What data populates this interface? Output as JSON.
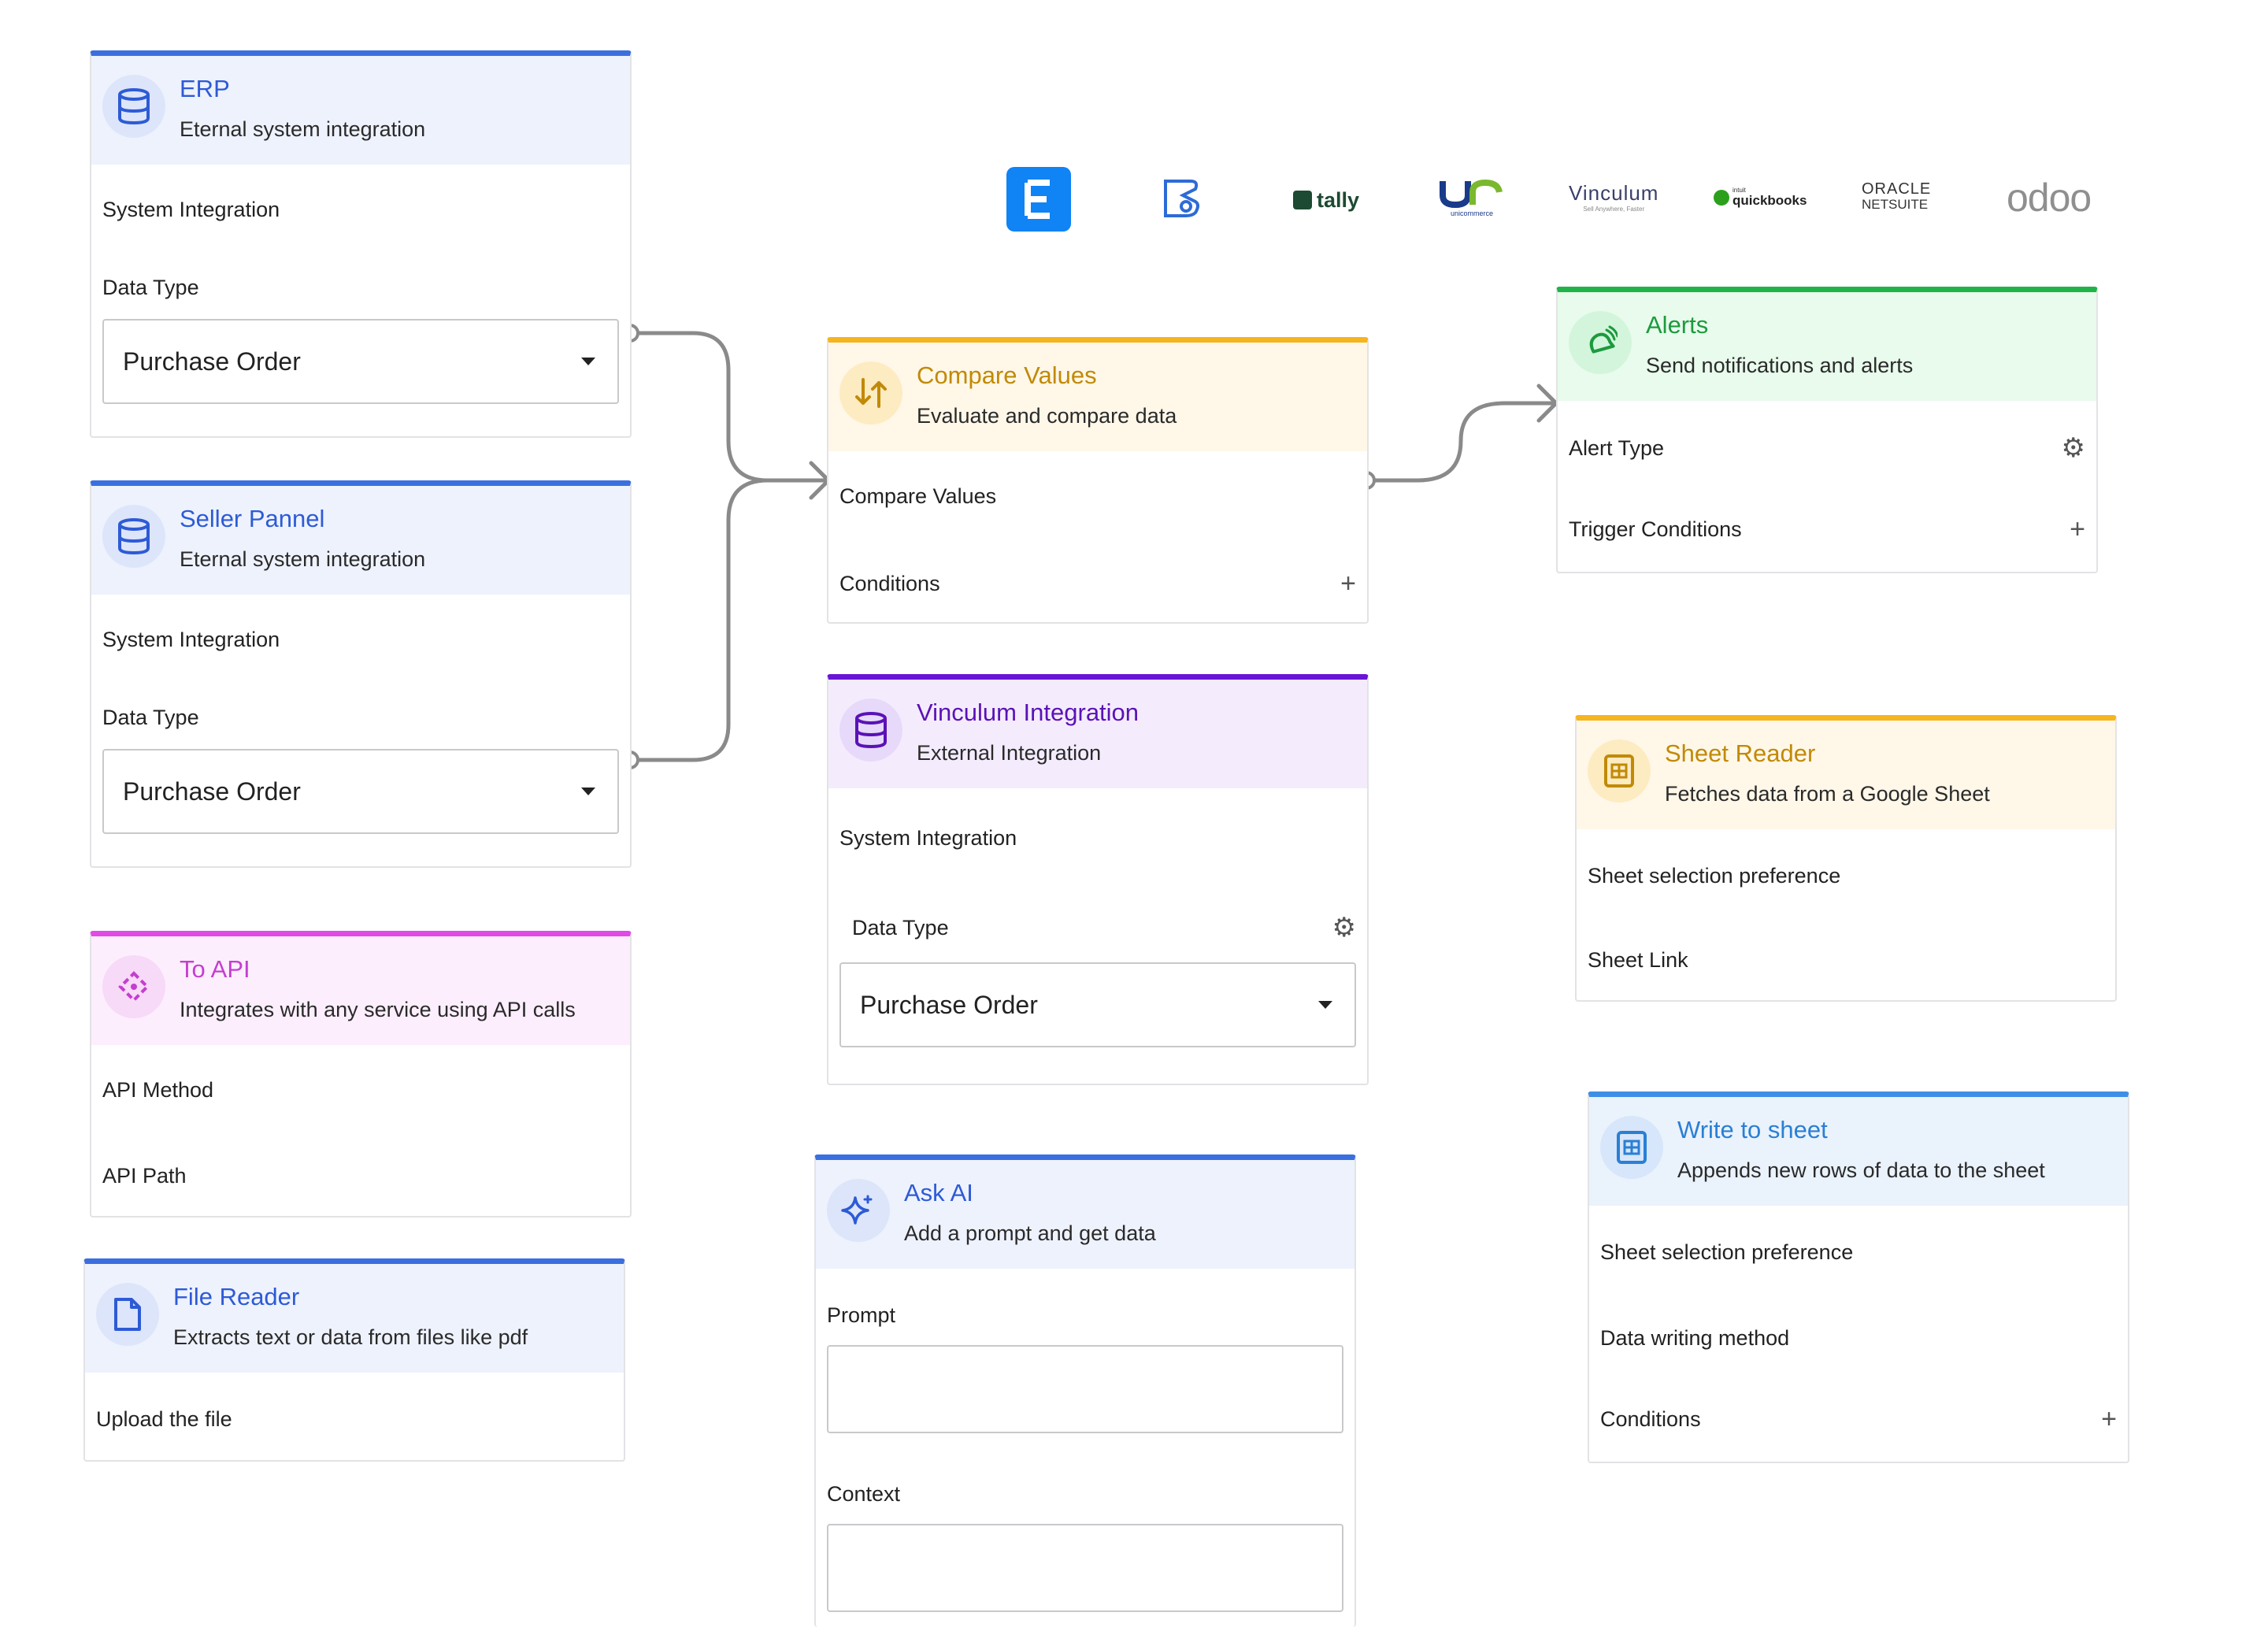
{
  "colors": {
    "blue": "#3b6fe0",
    "amber": "#f5b51f",
    "green": "#20b34a",
    "purple": "#6a14d6",
    "pink": "#e04be6",
    "sky": "#3d8ee6",
    "connector": "#8a8a8a"
  },
  "logos": {
    "tally": "tally",
    "unicommerce": "unicommerce",
    "vinculum": "Vinculum",
    "vinculum_tag": "Sell Anywhere, Faster",
    "intuit": "intuit",
    "quickbooks": "quickbooks",
    "oracle": "ORACLE",
    "netsuite": "NETSUITE",
    "odoo": "odoo"
  },
  "erp": {
    "title": "ERP",
    "subtitle": "Eternal system integration",
    "icon": "database-icon",
    "system_label": "System Integration",
    "data_type_label": "Data Type",
    "data_type_value": "Purchase Order"
  },
  "seller": {
    "title": "Seller Pannel",
    "subtitle": "Eternal system integration",
    "icon": "database-icon",
    "system_label": "System Integration",
    "data_type_label": "Data Type",
    "data_type_value": "Purchase Order"
  },
  "to_api": {
    "title": "To API",
    "subtitle": "Integrates with any service using API calls",
    "icon": "api-icon",
    "method_label": "API Method",
    "path_label": "API Path"
  },
  "file_reader": {
    "title": "File Reader",
    "subtitle": "Extracts text or data from files like pdf",
    "icon": "file-icon",
    "upload_label": "Upload the file"
  },
  "compare": {
    "title": "Compare Values",
    "subtitle": "Evaluate and compare data",
    "icon": "compare-icon",
    "values_label": "Compare Values",
    "conditions_label": "Conditions"
  },
  "vinculum": {
    "title": "Vinculum Integration",
    "subtitle": "External Integration",
    "icon": "database-icon",
    "system_label": "System Integration",
    "data_type_label": "Data Type",
    "data_type_value": "Purchase Order"
  },
  "ask_ai": {
    "title": "Ask AI",
    "subtitle": "Add a prompt and get data",
    "icon": "sparkle-icon",
    "prompt_label": "Prompt",
    "context_label": "Context"
  },
  "alerts": {
    "title": "Alerts",
    "subtitle": "Send notifications and alerts",
    "icon": "bell-icon",
    "alert_type_label": "Alert Type",
    "trigger_label": "Trigger Conditions"
  },
  "sheet_reader": {
    "title": "Sheet Reader",
    "subtitle": "Fetches data from a Google Sheet",
    "icon": "sheet-icon",
    "pref_label": "Sheet selection preference",
    "link_label": "Sheet Link"
  },
  "write_sheet": {
    "title": "Write to sheet",
    "subtitle": "Appends new rows of data to the sheet",
    "icon": "sheet-icon",
    "pref_label": "Sheet selection preference",
    "method_label": "Data writing method",
    "conditions_label": "Conditions"
  }
}
